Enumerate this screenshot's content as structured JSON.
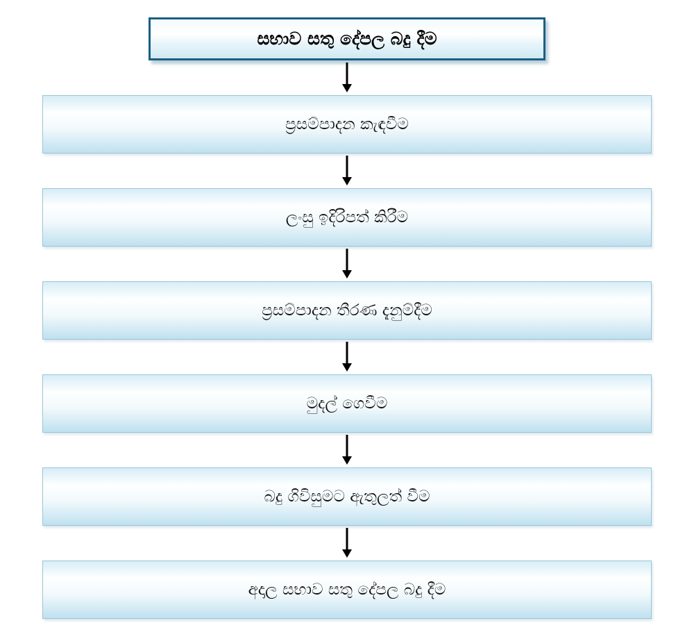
{
  "flowchart": {
    "title": "සභාව සතු දේපල බදු දීම",
    "steps": [
      "ප්‍රසම්පාදන කැඳවීම",
      "ලංසු ඉදිරිපත් කිරීම",
      "ප්‍රසම්පාදන තීරණ දැනුම්දීම",
      "මුදල් ගෙවීම",
      "බදු ගිවිසුමට ඇතුලත් වීම",
      "අදාල සභාව සතු දේපල බදු දීම"
    ],
    "colors": {
      "title_border": "#1b5e82",
      "box_border": "#9cc4d6",
      "box_fill_top": "#d7edf6",
      "box_fill_bottom": "#bfe1ef",
      "arrow": "#000000",
      "background": "#ffffff"
    }
  }
}
